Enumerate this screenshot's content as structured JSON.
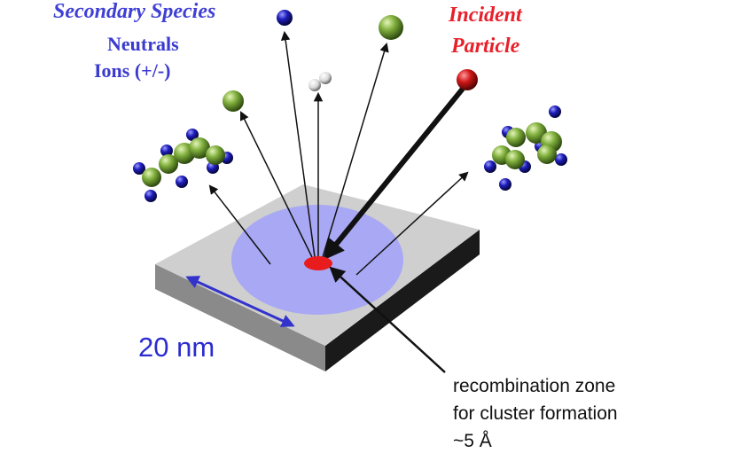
{
  "labels": {
    "secondary_species": "Secondary Species",
    "neutrals": "Neutrals",
    "ions": "Ions (+/-)",
    "incident_line1": "Incident",
    "incident_line2": "Particle",
    "scale": "20 nm",
    "recombination_line1": "recombination zone",
    "recombination_line2": "for cluster formation",
    "recombination_line3": "~5 Å"
  },
  "colors": {
    "substrate_top": "#cfcfcf",
    "substrate_side": "#8a8a8a",
    "substrate_front": "#1a1a1a",
    "zone": "#a8a8f4",
    "impact": "#e81c1c",
    "incident_ball": "#d01818",
    "neutral_ball": "#7fae3c",
    "blue_atom": "#1d1dbc",
    "white_atom": "#e8e8e8",
    "scale_arrow": "#3333cc"
  }
}
